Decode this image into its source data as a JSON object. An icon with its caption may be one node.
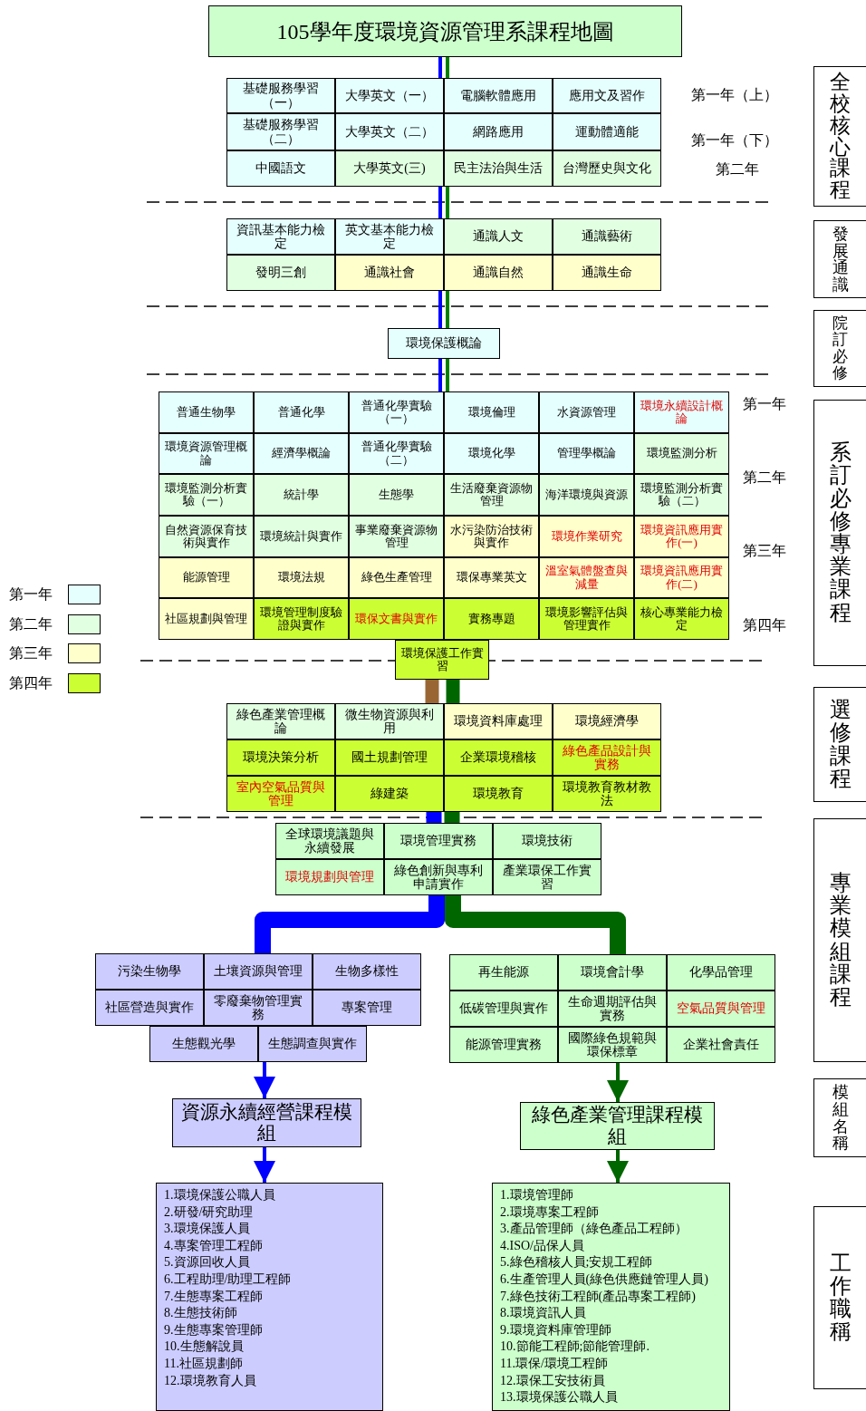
{
  "diagram": {
    "title": "105學年度環境資源管理系課程地圖",
    "nodes": [
      {
        "text": [
          "基礎服務學習（一）"
        ]
      },
      {
        "text": [
          "大學英文（一）"
        ]
      },
      {
        "text": [
          "電腦軟體應用"
        ]
      },
      {
        "text": [
          "應用文及習作"
        ]
      },
      {
        "text": [
          "基礎服務學習（二）"
        ]
      },
      {
        "text": [
          "大學英文（二）"
        ]
      },
      {
        "text": [
          "網路應用"
        ]
      },
      {
        "text": [
          "運動體適能"
        ]
      },
      {
        "text": [
          "中國語文"
        ]
      },
      {
        "text": [
          "大學英文(三)"
        ]
      },
      {
        "text": [
          "民主法治與生活"
        ]
      },
      {
        "text": [
          "台灣歷史與文化"
        ]
      },
      {
        "text": [
          "資訊基本能力檢定"
        ]
      },
      {
        "text": [
          "英文基本能力檢定"
        ]
      },
      {
        "text": [
          "通識人文"
        ]
      },
      {
        "text": [
          "通識藝術"
        ]
      },
      {
        "text": [
          "發明三創"
        ]
      },
      {
        "text": [
          "通識社會"
        ]
      },
      {
        "text": [
          "通識自然"
        ]
      },
      {
        "text": [
          "通識生命"
        ]
      },
      {
        "text": [
          "環境保護概論"
        ]
      },
      {
        "text": [
          "普通生物學"
        ]
      },
      {
        "text": [
          "普通化學"
        ]
      },
      {
        "text": [
          "普通化學實驗（一）"
        ]
      },
      {
        "text": [
          "環境倫理"
        ]
      },
      {
        "text": [
          "水資源管理"
        ]
      },
      {
        "text": [
          "環境永續設計概論"
        ]
      },
      {
        "text": [
          "環境資源管理概論"
        ]
      },
      {
        "text": [
          "經濟學概論"
        ]
      },
      {
        "text": [
          "普通化學實驗（二）"
        ]
      },
      {
        "text": [
          "環境化學"
        ]
      },
      {
        "text": [
          "管理學概論"
        ]
      },
      {
        "text": [
          "環境監測分析"
        ]
      },
      {
        "text": [
          "環境監測分析實驗（一）"
        ]
      },
      {
        "text": [
          "統計學"
        ]
      },
      {
        "text": [
          "生態學"
        ]
      },
      {
        "text": [
          "生活廢棄資源物管理"
        ]
      },
      {
        "text": [
          "海洋環境與資源"
        ]
      },
      {
        "text": [
          "環境監測分析實驗（二）"
        ]
      },
      {
        "text": [
          "自然資源保育技術與實作"
        ]
      },
      {
        "text": [
          "環境統計與實作"
        ]
      },
      {
        "text": [
          "事業廢棄資源物管理"
        ]
      },
      {
        "text": [
          "水污染防治技術與實作"
        ]
      },
      {
        "text": [
          "環境作業研究"
        ]
      },
      {
        "text": [
          "環境資訊應用實作(一)"
        ]
      },
      {
        "text": [
          "能源管理"
        ]
      },
      {
        "text": [
          "環境法規"
        ]
      },
      {
        "text": [
          "綠色生產管理"
        ]
      },
      {
        "text": [
          "環保專業英文"
        ]
      },
      {
        "text": [
          "溫室氣體盤查與減量"
        ]
      },
      {
        "text": [
          "環境資訊應用實作(二)"
        ]
      },
      {
        "text": [
          "社區規劃與管理"
        ]
      },
      {
        "text": [
          "環境管理制度驗證與實作"
        ]
      },
      {
        "text": [
          "環保文書與實作"
        ]
      },
      {
        "text": [
          "實務專題"
        ]
      },
      {
        "text": [
          "環境影響評估與管理實作"
        ]
      },
      {
        "text": [
          "核心專業能力檢定"
        ]
      },
      {
        "text": [
          "環境保護工作實習"
        ]
      },
      {
        "text": [
          "綠色產業管理概論"
        ]
      },
      {
        "text": [
          "微生物資源與利用"
        ]
      },
      {
        "text": [
          "環境資料庫處理"
        ]
      },
      {
        "text": [
          "環境經濟學"
        ]
      },
      {
        "text": [
          "環境決策分析"
        ]
      },
      {
        "text": [
          "國土規劃管理"
        ]
      },
      {
        "text": [
          "企業環境稽核"
        ]
      },
      {
        "text": [
          "綠色產品設計與實務"
        ]
      },
      {
        "text": [
          "室內空氣品質與管理"
        ]
      },
      {
        "text": [
          "綠建築"
        ]
      },
      {
        "text": [
          "環境教育"
        ]
      },
      {
        "text": [
          "環境教育教材教法"
        ]
      },
      {
        "text": [
          "全球環境議題與永續發展"
        ]
      },
      {
        "text": [
          "環境管理實務"
        ]
      },
      {
        "text": [
          "環境技術"
        ]
      },
      {
        "text": [
          "環境規劃與管理"
        ]
      },
      {
        "text": [
          "綠色創新與專利申請實作"
        ]
      },
      {
        "text": [
          "產業環保工作實習"
        ]
      },
      {
        "text": [
          "污染生物學"
        ]
      },
      {
        "text": [
          "土壤資源與管理"
        ]
      },
      {
        "text": [
          "生物多樣性"
        ]
      },
      {
        "text": [
          "社區營造與實作"
        ]
      },
      {
        "text": [
          "零廢棄物管理實務"
        ]
      },
      {
        "text": [
          "專案管理"
        ]
      },
      {
        "text": [
          "生態觀光學"
        ]
      },
      {
        "text": [
          "生態調查與實作"
        ]
      },
      {
        "text": [
          "再生能源"
        ]
      },
      {
        "text": [
          "環境會計學"
        ]
      },
      {
        "text": [
          "化學品管理"
        ]
      },
      {
        "text": [
          "低碳管理與實作"
        ]
      },
      {
        "text": [
          "生命週期評估與實務"
        ]
      },
      {
        "text": [
          "空氣品質與管理"
        ]
      },
      {
        "text": [
          "能源管理實務"
        ]
      },
      {
        "text": [
          "國際綠色規範與環保標章"
        ]
      },
      {
        "text": [
          "企業社會責任"
        ]
      },
      {
        "text": [
          "資源永續經營課程模組"
        ]
      },
      {
        "text": [
          "綠色產業管理課程模組"
        ]
      },
      {
        "text": [
          "1.環境保護公職人員",
          "2.研發/研究助理",
          "3.環境保護人員",
          "4.專案管理工程師",
          "5.資源回收人員",
          "6.工程助理/助理工程師",
          "7.生態專案工程師",
          "8.生態技術師",
          "9.生態專案管理師",
          "10.生態解說員",
          "11.社區規劃師",
          "12.環境教育人員"
        ]
      },
      {
        "text": [
          "1.環境管理師",
          "2.環境專案工程師",
          "3.產品管理師（綠色產品工程師）",
          "4.ISO/品保人員",
          "5.綠色稽核人員;安規工程師",
          "6.生產管理人員(綠色供應鏈管理人員)",
          "7.綠色技術工程師(產品專案工程師)",
          "8.環境資訊人員",
          "9.環境資料庫管理師",
          "10.節能工程師;節能管理師.",
          "11.環保/環境工程師",
          "12.環保工安技術員",
          "13.環境保護公職人員"
        ]
      },
      {
        "text": [
          "全校核心課程"
        ]
      },
      {
        "text": [
          "發展通識"
        ]
      },
      {
        "text": [
          "院訂必修"
        ]
      },
      {
        "text": [
          "系訂必修專業課程"
        ]
      },
      {
        "text": [
          "選修課程"
        ]
      },
      {
        "text": [
          "專業模組課程"
        ]
      },
      {
        "text": [
          "模組名稱"
        ]
      },
      {
        "text": [
          "工作職稱"
        ]
      }
    ],
    "edges": [
      {
        "from": null,
        "to": 1,
        "arrow": "none",
        "color": "#0000ff"
      },
      {
        "from": null,
        "to": 2,
        "arrow": "none",
        "color": "#008000"
      },
      {
        "from": 9,
        "to": 13,
        "arrow": "none",
        "color": "#0000ff"
      },
      {
        "from": 10,
        "to": 14,
        "arrow": "none",
        "color": "#008000"
      },
      {
        "from": 17,
        "to": 20,
        "arrow": "none",
        "color": "#0000ff"
      },
      {
        "from": 18,
        "to": 20,
        "arrow": "none",
        "color": "#008000"
      },
      {
        "from": 20,
        "to": 23,
        "arrow": "none",
        "color": "#0000ff"
      },
      {
        "from": 20,
        "to": 24,
        "arrow": "none",
        "color": "#008000"
      },
      {
        "from": 57,
        "to": 59,
        "arrow": "none",
        "style": "thick",
        "color": "#996633"
      },
      {
        "from": 57,
        "to": 60,
        "arrow": "none",
        "style": "thick",
        "color": "#006600"
      },
      {
        "from": 67,
        "to": 71,
        "arrow": "none",
        "style": "thick",
        "color": "#0000ff"
      },
      {
        "from": 68,
        "to": 71,
        "arrow": "none",
        "style": "thick",
        "color": "#006600"
      },
      {
        "from": 74,
        "to": 77,
        "arrow": "none",
        "style": "thick",
        "color": "#0000ff"
      },
      {
        "from": 74,
        "to": 85,
        "arrow": "none",
        "style": "thick",
        "color": "#006600"
      },
      {
        "from": 83,
        "to": 93,
        "arrow": "to",
        "color": "#0000ff"
      },
      {
        "from": 93,
        "to": 95,
        "arrow": "to",
        "color": "#0000ff"
      },
      {
        "from": 91,
        "to": 94,
        "arrow": "to",
        "color": "#006600"
      },
      {
        "from": 94,
        "to": 96,
        "arrow": "to",
        "color": "#006600"
      }
    ],
    "labels": [
      "第一年（上）",
      "第一年（下）",
      "第二年",
      "第一年",
      "第二年",
      "第三年",
      "第四年"
    ],
    "legend": [
      {
        "text": "第一年",
        "color": "#e5ffff"
      },
      {
        "text": "第二年",
        "color": "#e1ffe1"
      },
      {
        "text": "第三年",
        "color": "#ffffcc"
      },
      {
        "text": "第四年",
        "color": "#ccff33"
      }
    ]
  }
}
